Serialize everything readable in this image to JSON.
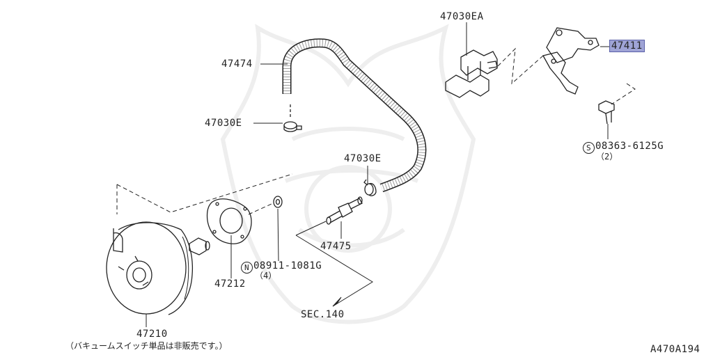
{
  "diagram": {
    "figure_code": "A470A194",
    "note": "（バキュームスイッチ単品は非販売です。）",
    "section_ref": "SEC.140",
    "highlight_color": "#9fa4d6",
    "parts": [
      {
        "id": "p47030EA",
        "label": "47030EA"
      },
      {
        "id": "p47411",
        "label": "47411",
        "highlighted": true
      },
      {
        "id": "p47474",
        "label": "47474"
      },
      {
        "id": "p47030E_top",
        "label": "47030E"
      },
      {
        "id": "p08363",
        "symbol": "S",
        "label": "08363-6125G",
        "qty": "（2）"
      },
      {
        "id": "p47030E_mid",
        "label": "47030E"
      },
      {
        "id": "p47475",
        "label": "47475"
      },
      {
        "id": "p08911",
        "symbol": "N",
        "label": "08911-1081G",
        "qty": "（4）"
      },
      {
        "id": "p47212",
        "label": "47212"
      },
      {
        "id": "p47210",
        "label": "47210"
      }
    ]
  }
}
